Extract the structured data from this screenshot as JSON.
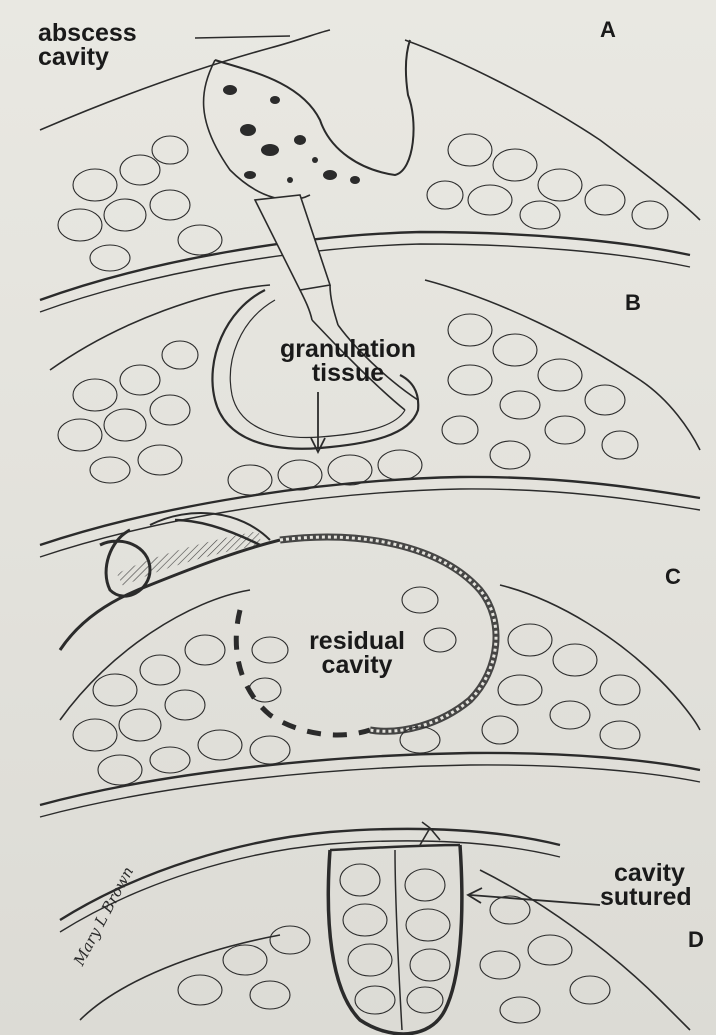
{
  "panels": [
    {
      "letter": "A"
    },
    {
      "letter": "B"
    },
    {
      "letter": "C"
    },
    {
      "letter": "D"
    }
  ],
  "annotations": {
    "abscess_cavity": [
      "abscess",
      "cavity"
    ],
    "granulation_tissue": [
      "granulation",
      "tissue"
    ],
    "residual_cavity": [
      "residual",
      "cavity"
    ],
    "cavity_sutured": [
      "cavity",
      "sutured"
    ]
  },
  "signature": "Mary L Brown"
}
